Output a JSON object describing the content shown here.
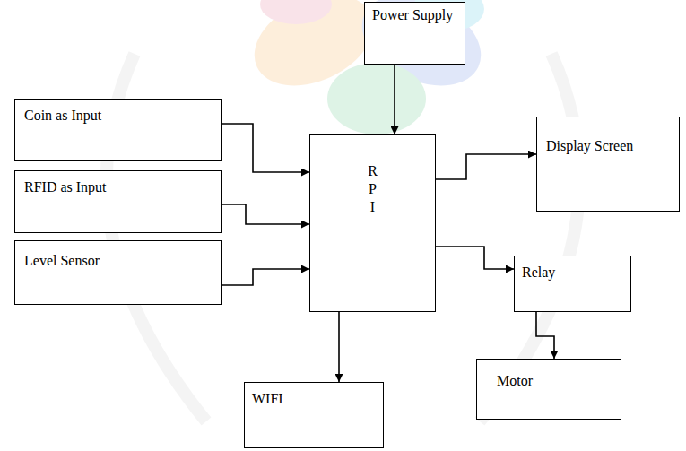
{
  "diagram": {
    "nodes": [
      {
        "text": [
          "Power Supply"
        ]
      },
      {
        "text": [
          "Coin as Input"
        ]
      },
      {
        "text": [
          "RFID as Input"
        ]
      },
      {
        "text": [
          "Level Sensor"
        ]
      },
      {
        "text": [
          "R P I"
        ]
      },
      {
        "text": [
          "Display Screen"
        ]
      },
      {
        "text": [
          "Relay"
        ]
      },
      {
        "text": [
          "Motor"
        ]
      },
      {
        "text": [
          "WIFI"
        ]
      }
    ],
    "edges": [
      {
        "from": 0,
        "to": 4,
        "arrow": "to"
      },
      {
        "from": 1,
        "to": 4,
        "arrow": "to"
      },
      {
        "from": 2,
        "to": 4,
        "arrow": "to"
      },
      {
        "from": 3,
        "to": 4,
        "arrow": "to"
      },
      {
        "from": 4,
        "to": 5,
        "arrow": "to"
      },
      {
        "from": 4,
        "to": 6,
        "arrow": "to"
      },
      {
        "from": 6,
        "to": 7,
        "arrow": "to"
      },
      {
        "from": 4,
        "to": 8,
        "arrow": "to"
      }
    ]
  }
}
